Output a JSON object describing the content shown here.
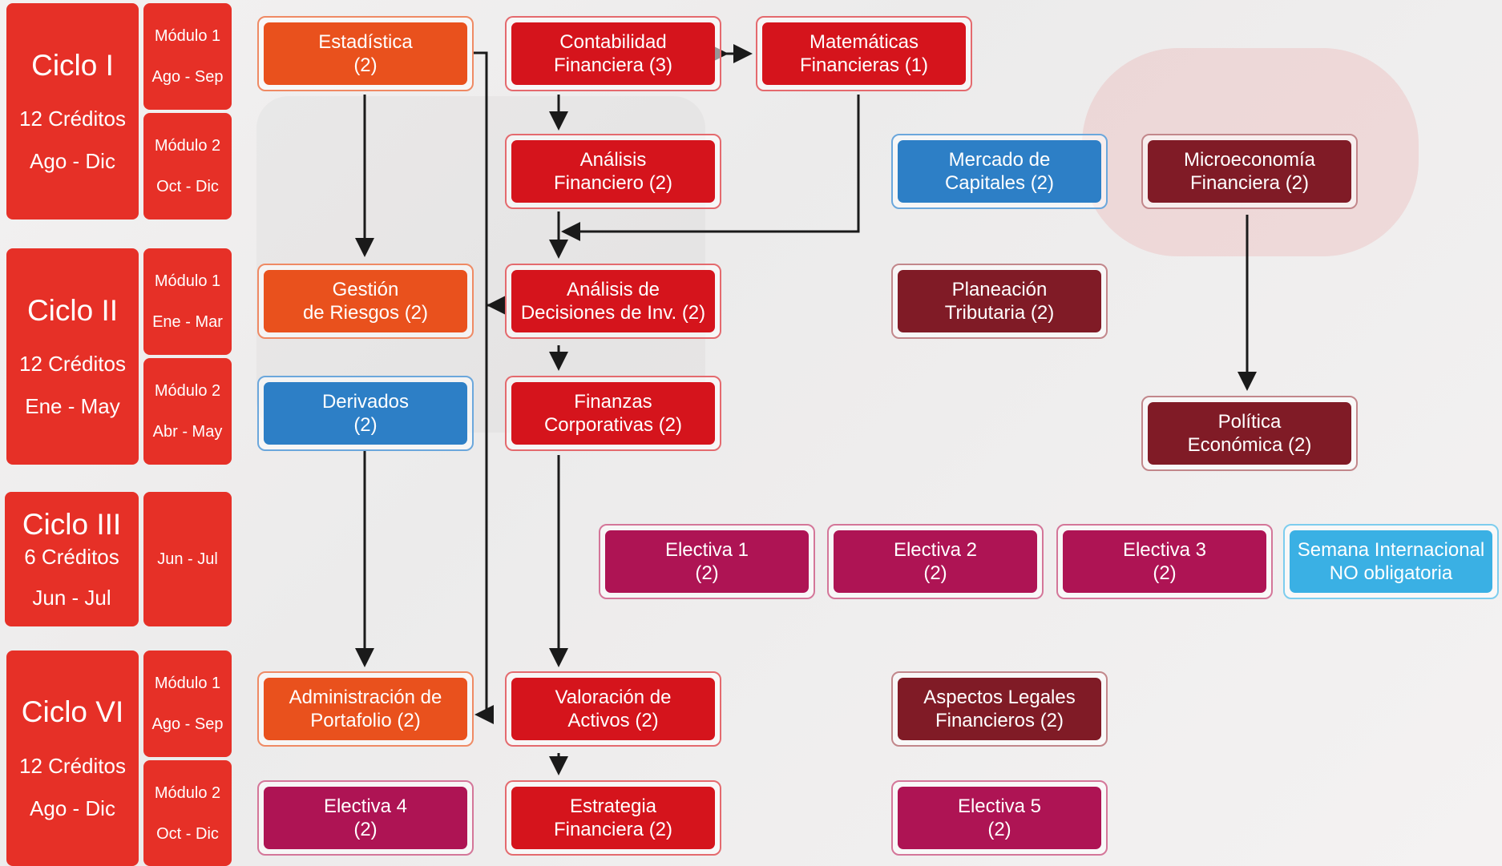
{
  "colors": {
    "orange": "#e9511d",
    "red": "#d5141c",
    "maroon": "#801b26",
    "blue": "#2d7fc6",
    "light_blue": "#3ab0e4",
    "magenta": "#ae1454",
    "sidebar_red": "#e63027"
  },
  "cycles": {
    "c1": {
      "title": "Ciclo I",
      "credits": "12 Créditos",
      "period": "Ago - Dic"
    },
    "c2": {
      "title": "Ciclo II",
      "credits": "12 Créditos",
      "period": "Ene - May"
    },
    "c3": {
      "title": "Ciclo III",
      "credits": "6  Créditos",
      "period": "Jun - Jul"
    },
    "c4": {
      "title": "Ciclo VI",
      "credits": "12 Créditos",
      "period": "Ago - Dic"
    }
  },
  "modules": {
    "c1m1": {
      "name": "Módulo 1",
      "period": "Ago  - Sep"
    },
    "c1m2": {
      "name": "Módulo 2",
      "period": "Oct  - Dic"
    },
    "c2m1": {
      "name": "Módulo 1",
      "period": "Ene  - Mar"
    },
    "c2m2": {
      "name": "Módulo 2",
      "period": "Abr  - May"
    },
    "c3": {
      "period": "Jun  - Jul"
    },
    "c4m1": {
      "name": "Módulo 1",
      "period": "Ago  - Sep"
    },
    "c4m2": {
      "name": "Módulo 2",
      "period": "Oct  - Dic"
    }
  },
  "courses": {
    "estadistica": "Estadística\n(2)",
    "contabilidad": "Contabilidad\nFinanciera (3)",
    "matematicas": "Matemáticas\nFinancieras (1)",
    "analisis_fin": "Análisis\nFinanciero (2)",
    "mercado": "Mercado de\nCapitales  (2)",
    "microeconomia": "Microeconomía\nFinanciera (2)",
    "gestion": "Gestión\nde Riesgos (2)",
    "analisis_dec": "Análisis de\nDecisiones de Inv. (2)",
    "planeacion": "Planeación\nTributaria (2)",
    "derivados": "Derivados\n(2)",
    "finanzas_corp": "Finanzas\nCorporativas (2)",
    "politica": "Política\nEconómica  (2)",
    "electiva1": "Electiva 1\n(2)",
    "electiva2": "Electiva 2\n(2)",
    "electiva3": "Electiva 3\n(2)",
    "semana": "Semana Internacional\nNO obligatoria",
    "admin_port": "Administración de\nPortafolio  (2)",
    "valoracion": "Valoración de\nActivos  (2)",
    "aspectos": "Aspectos Legales\nFinancieros  (2)",
    "electiva4": "Electiva 4\n(2)",
    "estrategia": "Estrategia\nFinanciera (2)",
    "electiva5": "Electiva 5\n(2)"
  }
}
